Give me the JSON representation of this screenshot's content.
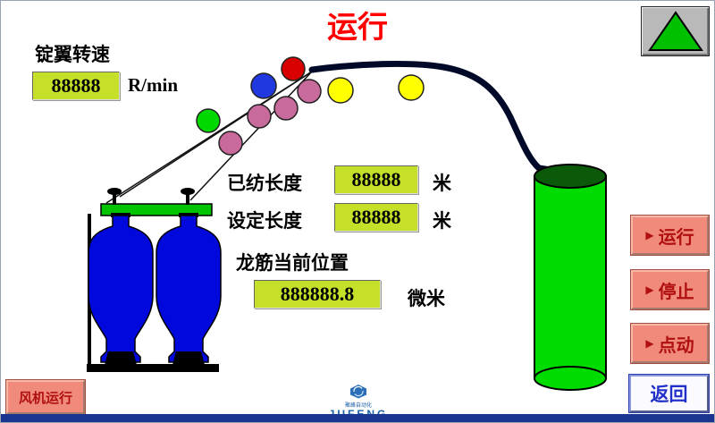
{
  "title": "运行",
  "colors": {
    "title": "#ff0000",
    "display_bg": "#c6e02a",
    "button_bg": "#f08a7a",
    "button_text": "#b01010",
    "back_text": "#2030c8",
    "bottom_bar": "#1a3590",
    "thread": "#000a28",
    "machine_green": "#00c400",
    "bottle_blue": "#0008dc",
    "cylinder_green": "#00dc00",
    "cylinder_top": "#0a5a0a",
    "wheel_green": "#00d800",
    "wheel_pink": "#c86a9c",
    "wheel_blue": "#2038e0",
    "wheel_red": "#d80000",
    "wheel_yellow": "#ffff00",
    "nav_arrow_green": "#00c000"
  },
  "readouts": {
    "speed": {
      "label": "锭翼转速",
      "value": "88888",
      "unit": "R/min"
    },
    "spun": {
      "label": "已纺长度",
      "value": "88888",
      "unit": "米"
    },
    "set": {
      "label": "设定长度",
      "value": "88888",
      "unit": "米"
    },
    "rail": {
      "label": "龙筋当前位置",
      "value": "888888.8",
      "unit": "微米"
    }
  },
  "buttons": {
    "pointer": "▶",
    "run": "运行",
    "stop": "停止",
    "jog": "点动",
    "back": "返回",
    "fan": "风机运行"
  },
  "logo": {
    "tagline": "聚峰自动化",
    "name": "JUFENG"
  }
}
